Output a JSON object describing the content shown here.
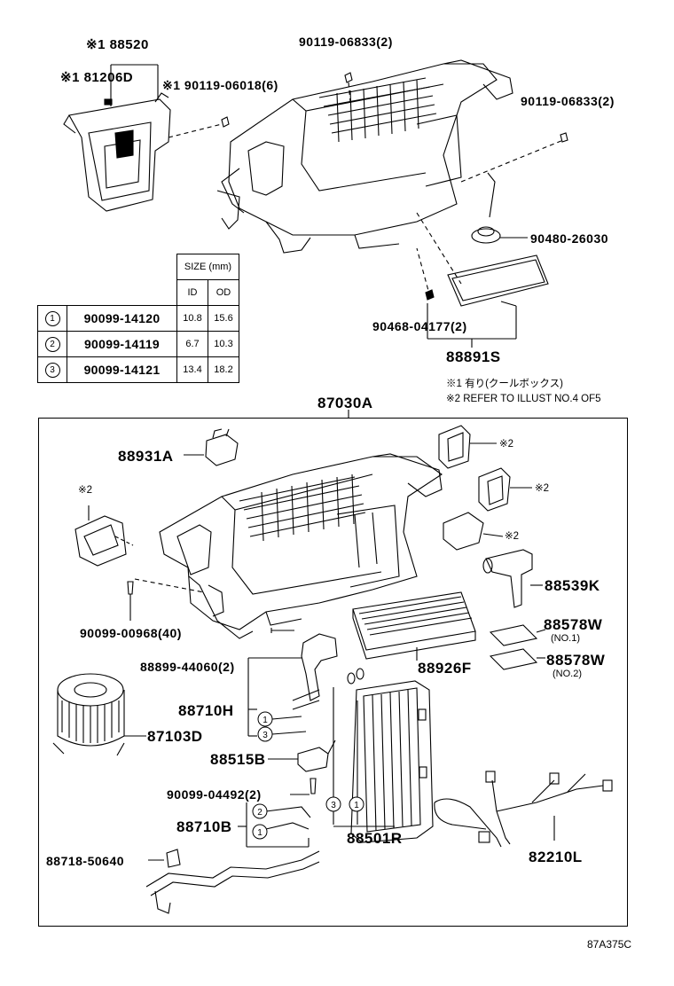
{
  "labels": {
    "p88520": "※1 88520",
    "p81206d": "※1 81206D",
    "p90119_06018": "※1 90119-06018(6)",
    "p90119_06833_a": "90119-06833(2)",
    "p90119_06833_b": "90119-06833(2)",
    "p90480": "90480-26030",
    "p90468": "90468-04177(2)",
    "p88891s": "88891S",
    "p87030a": "87030A",
    "p88931a": "88931A",
    "star2_a": "※2",
    "star2_b": "※2",
    "star2_c": "※2",
    "star2_d": "※2",
    "p88539k": "88539K",
    "p90099_00968": "90099-00968(40)",
    "p88578w_1": "88578W",
    "no1": "(NO.1)",
    "p88578w_2": "88578W",
    "no2": "(NO.2)",
    "p88899": "88899-44060(2)",
    "p88926f": "88926F",
    "p88710h": "88710H",
    "p87103d": "87103D",
    "p88515b": "88515B",
    "p90099_04492": "90099-04492(2)",
    "p88710b": "88710B",
    "p88501r": "88501R",
    "p88718": "88718-50640",
    "p82210l": "82210L",
    "diagram_code": "87A375C"
  },
  "notes": {
    "note1": "※1 有り(クールボックス)",
    "note2": "※2 REFER TO ILLUST NO.4 OF5"
  },
  "callouts": {
    "c1": "1",
    "c2": "2",
    "c3": "3"
  },
  "size_table": {
    "header_size": "SIZE (mm)",
    "header_id": "ID",
    "header_od": "OD",
    "rows": [
      {
        "idx": "1",
        "part": "90099-14120",
        "id": "10.8",
        "od": "15.6"
      },
      {
        "idx": "2",
        "part": "90099-14119",
        "id": "6.7",
        "od": "10.3"
      },
      {
        "idx": "3",
        "part": "90099-14121",
        "id": "13.4",
        "od": "18.2"
      }
    ]
  }
}
